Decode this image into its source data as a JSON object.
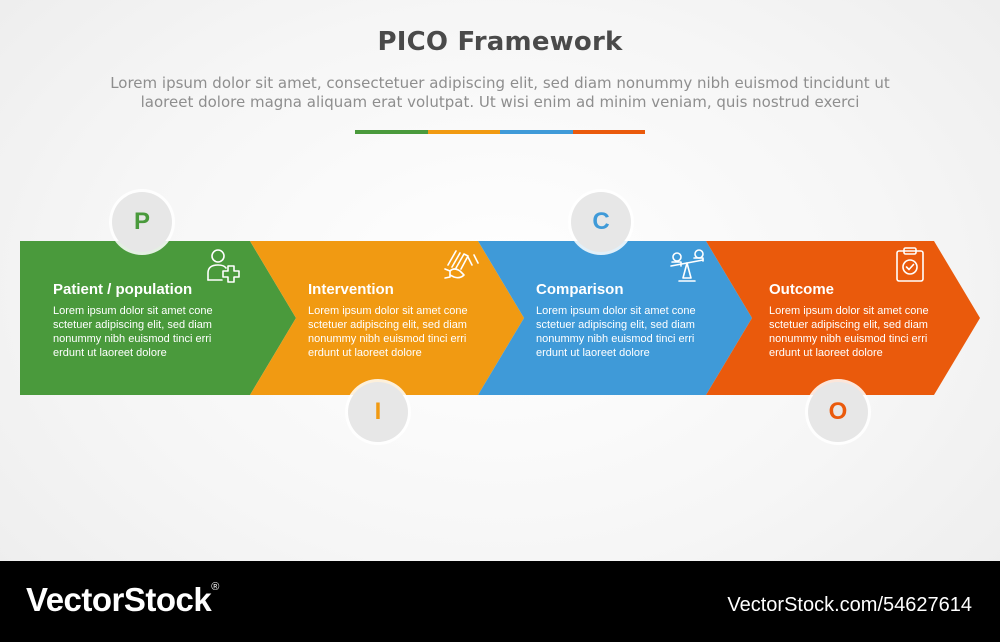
{
  "title": "PICO Framework",
  "subtitle_line1": "Lorem ipsum dolor sit amet, consectetuer adipiscing elit, sed diam nonummy nibh euismod tincidunt ut",
  "subtitle_line2": "laoreet dolore magna aliquam erat volutpat. Ut wisi enim ad minim veniam, quis nostrud exerci",
  "colors": {
    "green": "#4a9a3c",
    "orange": "#f19a12",
    "blue": "#3f9ad8",
    "red": "#ea5a0c",
    "circle_bg": "#e7e7e7"
  },
  "steps": [
    {
      "letter": "P",
      "heading": "Patient / population",
      "body": "Lorem ipsum dolor sit amet cone\nsctetuer adipiscing elit, sed diam\nnonummy nibh euismod tinci erri\nerdunt ut laoreet dolore",
      "icon": "person-plus-icon",
      "color": "#4a9a3c"
    },
    {
      "letter": "I",
      "heading": "Intervention",
      "body": "Lorem ipsum dolor sit amet cone\nsctetuer adipiscing elit, sed diam\nnonummy nibh euismod tinci erri\nerdunt ut laoreet dolore",
      "icon": "hand-cards-icon",
      "color": "#f19a12"
    },
    {
      "letter": "C",
      "heading": "Comparison",
      "body": "Lorem ipsum dolor sit amet cone\nsctetuer adipiscing elit, sed diam\nnonummy nibh euismod tinci erri\nerdunt ut laoreet dolore",
      "icon": "seesaw-icon",
      "color": "#3f9ad8"
    },
    {
      "letter": "O",
      "heading": "Outcome",
      "body": "Lorem ipsum dolor sit amet cone\nsctetuer adipiscing elit, sed diam\nnonummy nibh euismod tinci erri\nerdunt ut laoreet dolore",
      "icon": "clipboard-check-icon",
      "color": "#ea5a0c"
    }
  ],
  "footer": {
    "brand": "VectorStock",
    "registered": "®",
    "url": "VectorStock.com/54627614"
  }
}
